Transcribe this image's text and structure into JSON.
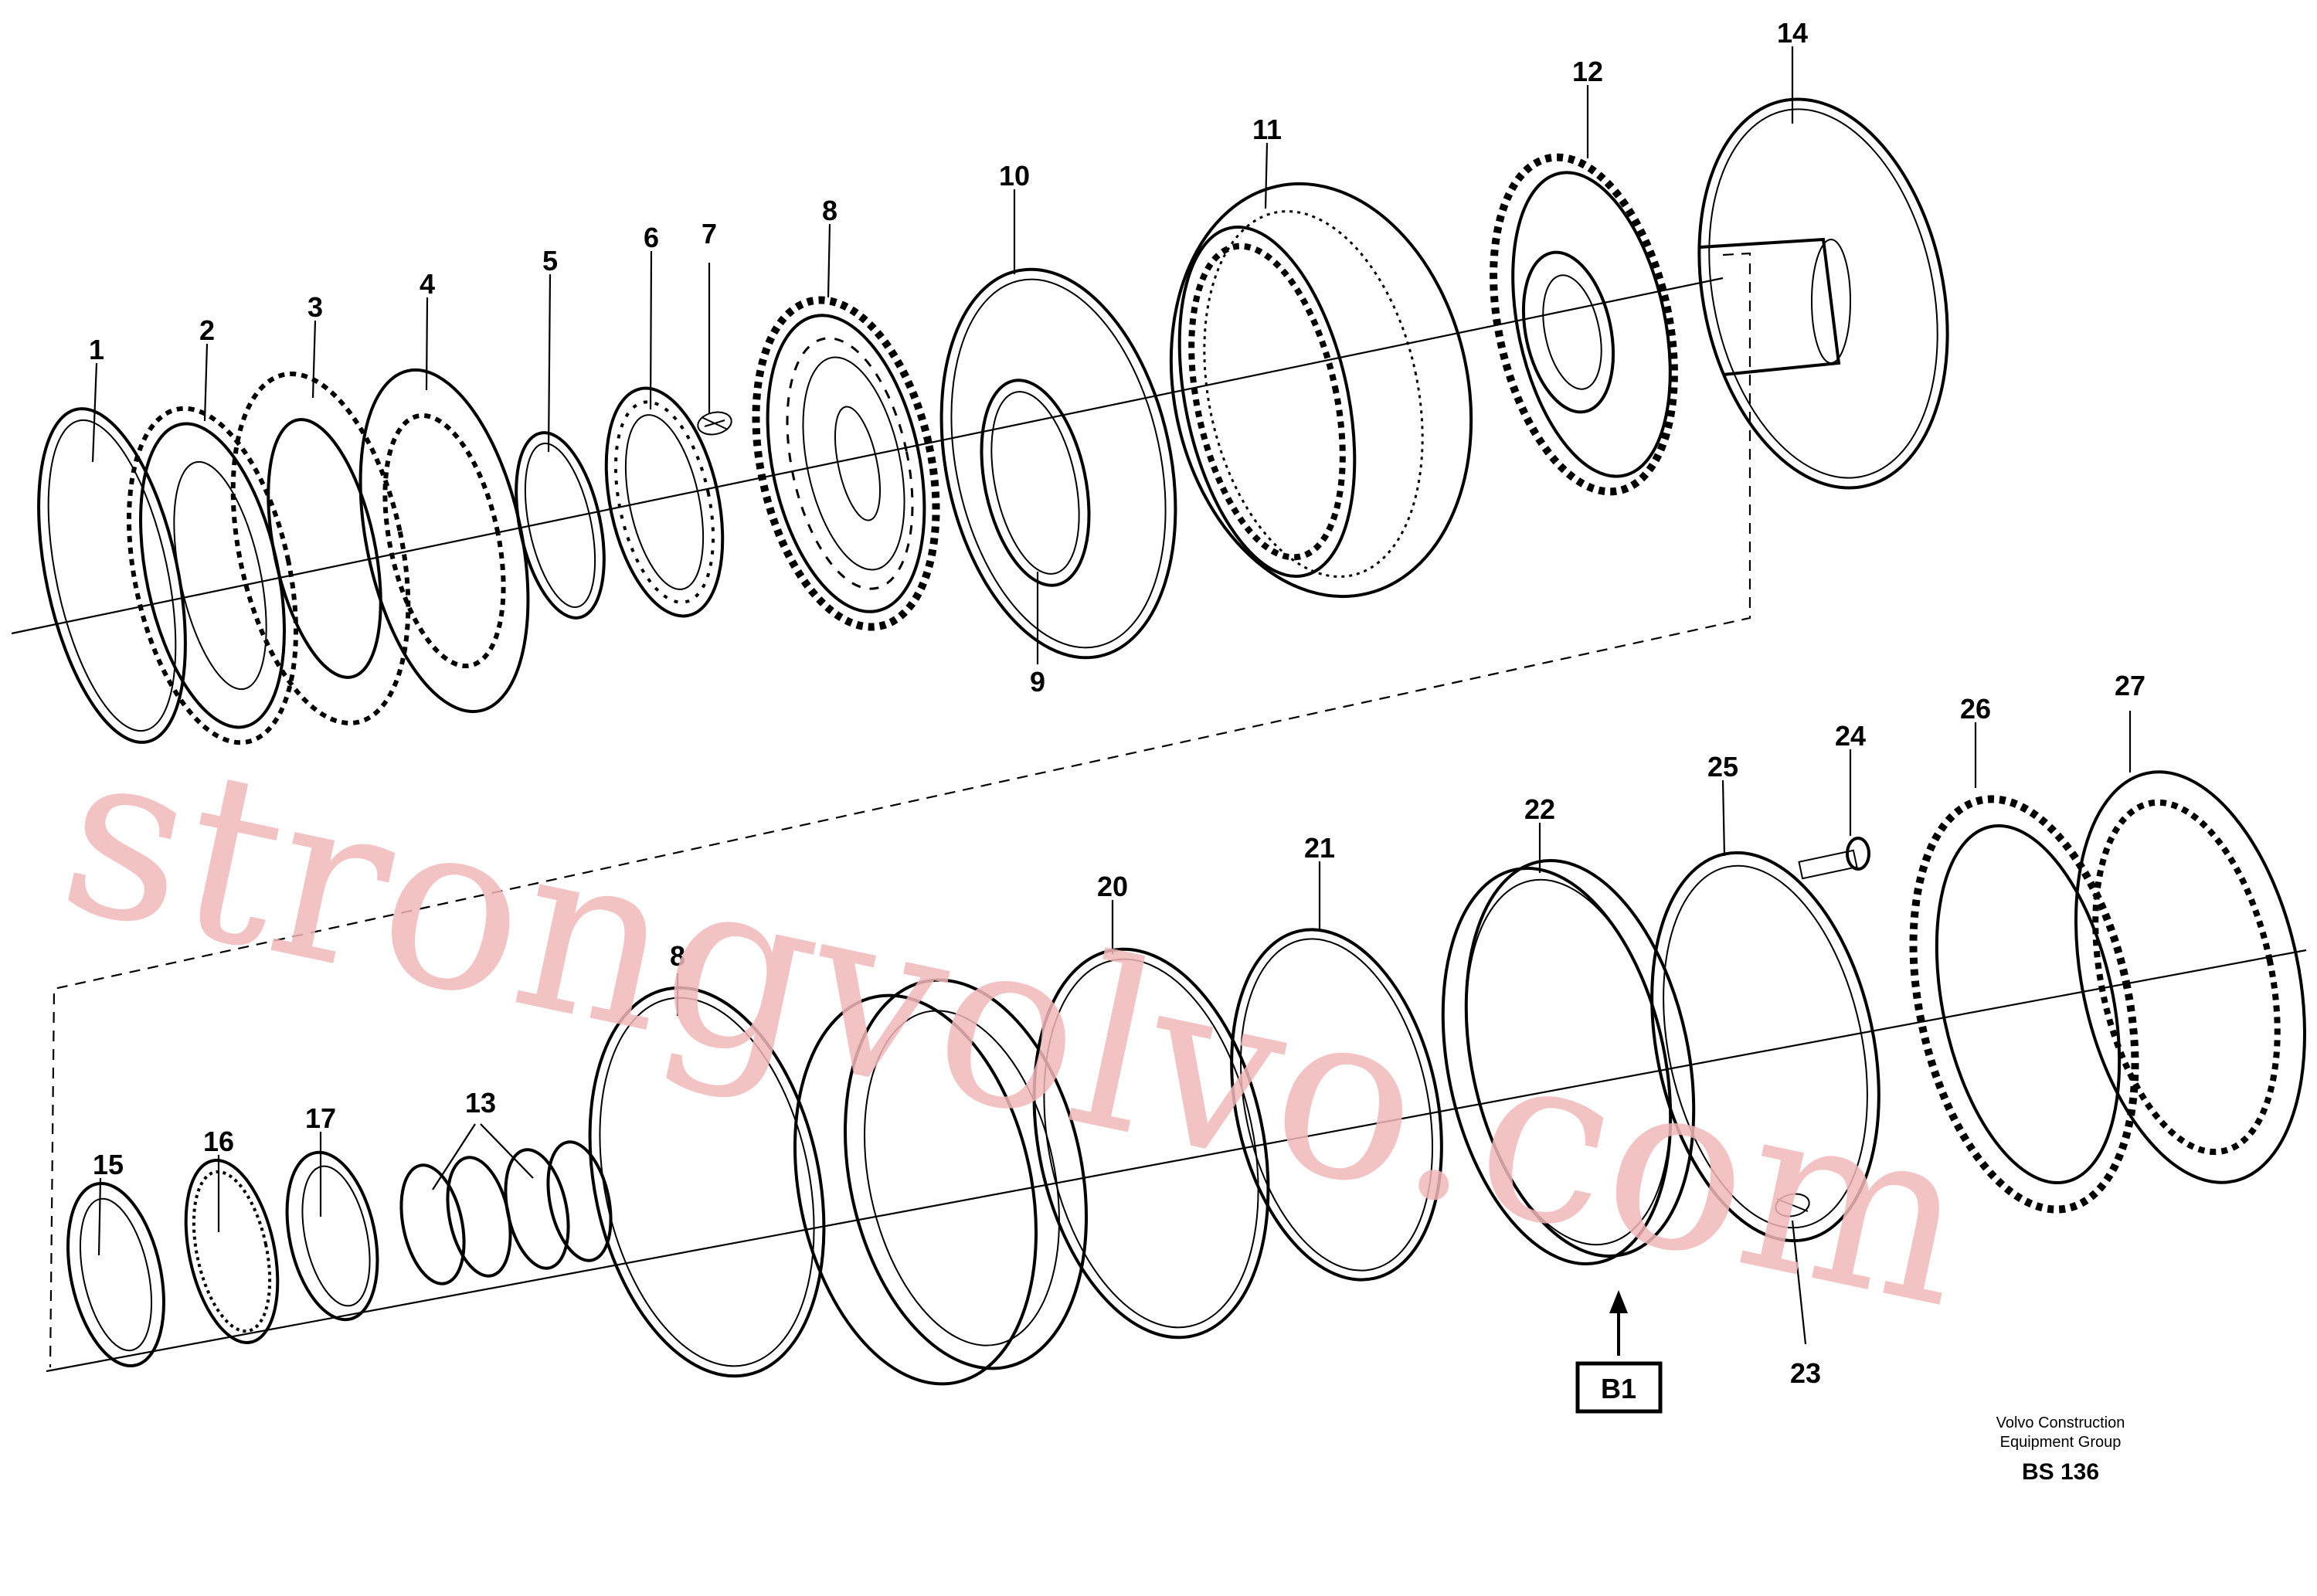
{
  "labels": {
    "p1": "1",
    "p2": "2",
    "p3": "3",
    "p4": "4",
    "p5": "5",
    "p6": "6",
    "p7": "7",
    "p8": "8",
    "p9": "9",
    "p10": "10",
    "p11": "11",
    "p12": "12",
    "p14": "14",
    "p8b": "8",
    "p13": "13",
    "p15": "15",
    "p16": "16",
    "p17": "17",
    "p20": "20",
    "p21": "21",
    "p22": "22",
    "p23": "23",
    "p24": "24",
    "p25": "25",
    "p26": "26",
    "p27": "27"
  },
  "reference_box": "B1",
  "footer": {
    "line1": "Volvo Construction",
    "line2": "Equipment Group",
    "code": "BS 136"
  },
  "watermark": "strongvolvo.com"
}
